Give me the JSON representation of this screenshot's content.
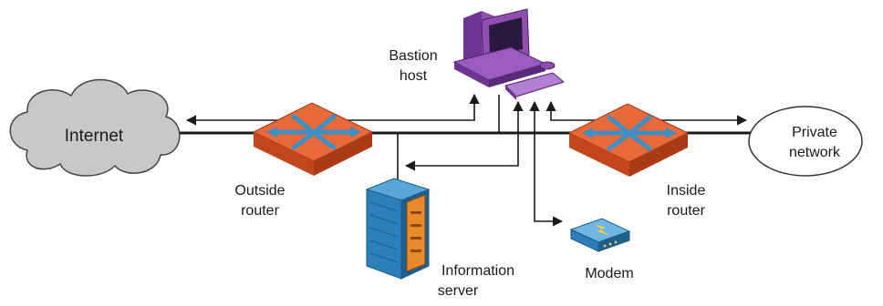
{
  "nodes": {
    "internet": {
      "label": "Internet"
    },
    "private_network": {
      "line1": "Private",
      "line2": "network"
    },
    "bastion_host": {
      "line1": "Bastion",
      "line2": "host"
    },
    "outside_router": {
      "line1": "Outside",
      "line2": "router"
    },
    "inside_router": {
      "line1": "Inside",
      "line2": "router"
    },
    "information_server": {
      "line1": "Information",
      "line2": "server"
    },
    "modem": {
      "label": "Modem"
    }
  },
  "colors": {
    "router_top": "#e8693a",
    "router_side": "#c2461c",
    "router_arrows": "#3e90c4",
    "computer": "#8e4fb0",
    "server": "#2c7fb8",
    "server_panel": "#e88a2a",
    "modem": "#3a8fc2",
    "cloud": "#c8c8c8",
    "line": "#1a1a1a"
  }
}
